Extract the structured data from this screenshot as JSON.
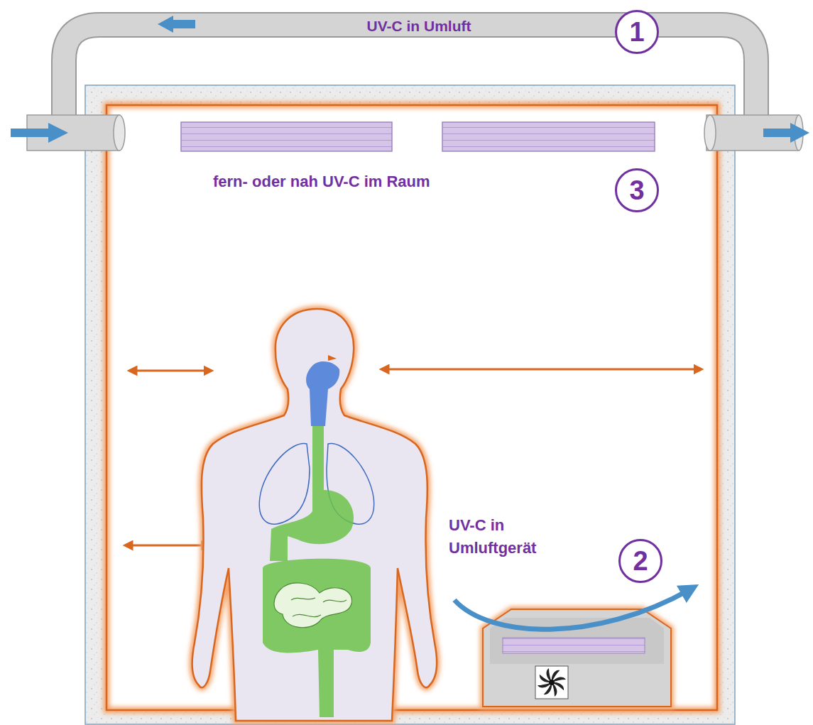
{
  "diagram": {
    "nodes": [
      {
        "text": [
          "UV-C in Umluft"
        ]
      },
      {
        "text": [
          "1"
        ]
      },
      {
        "text": [
          "3"
        ]
      },
      {
        "text": [
          "2"
        ]
      }
    ],
    "labels": [
      "fern- oder nah UV-C im Raum",
      "UV-C in Umluftgerät"
    ]
  }
}
